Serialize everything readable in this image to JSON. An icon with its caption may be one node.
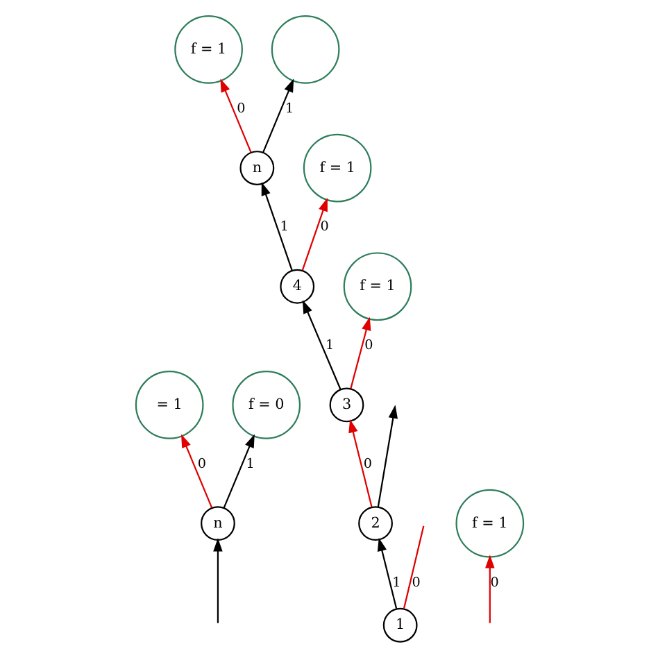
{
  "diagram": {
    "nodes": [
      {
        "text": [
          "= 1"
        ]
      },
      {
        "text": [
          "f = 0"
        ]
      },
      {
        "text": [
          "n"
        ]
      },
      {
        "text": [
          "f = 1"
        ]
      },
      {
        "text": [
          "n"
        ]
      },
      {
        "text": [],
        "shape": "circle"
      },
      {
        "text": [
          "f = 1"
        ]
      },
      {
        "text": [
          "4"
        ]
      },
      {
        "text": [
          "f = 1"
        ]
      },
      {
        "text": [
          "3"
        ]
      },
      {
        "text": [
          "f = 1"
        ]
      },
      {
        "text": [
          "2"
        ]
      },
      {
        "text": [
          "1"
        ]
      }
    ],
    "edges": [
      {
        "from": 2,
        "to": 0,
        "arrow": "to",
        "label": "0",
        "color": "#e00000"
      },
      {
        "from": 2,
        "to": 1,
        "arrow": "to",
        "label": "1",
        "color": "#000000"
      },
      {
        "from": null,
        "to": 2,
        "arrow": "to",
        "color": "#000000"
      },
      {
        "from": 4,
        "to": 3,
        "arrow": "to",
        "label": "0",
        "color": "#e00000"
      },
      {
        "from": 4,
        "to": 5,
        "arrow": "to",
        "label": "1",
        "color": "#000000"
      },
      {
        "from": 7,
        "to": 4,
        "arrow": "to",
        "label": "1",
        "color": "#000000"
      },
      {
        "from": 7,
        "to": 6,
        "arrow": "to",
        "label": "0",
        "color": "#e00000"
      },
      {
        "from": 9,
        "to": 8,
        "arrow": "to",
        "label": "0",
        "color": "#e00000"
      },
      {
        "from": 9,
        "to": 7,
        "arrow": "to",
        "label": "1",
        "color": "#000000"
      },
      {
        "from": null,
        "to": 10,
        "arrow": "to",
        "label": "0",
        "color": "#e00000"
      },
      {
        "from": 11,
        "to": 9,
        "arrow": "to",
        "label": "0",
        "color": "#e00000"
      },
      {
        "from": 11,
        "to": null,
        "arrow": "to",
        "color": "#000000"
      },
      {
        "from": 12,
        "to": null,
        "arrow": "none",
        "label": "0",
        "color": "#e00000"
      },
      {
        "from": 12,
        "to": 11,
        "arrow": "to",
        "label": "1",
        "color": "#000000"
      }
    ]
  }
}
